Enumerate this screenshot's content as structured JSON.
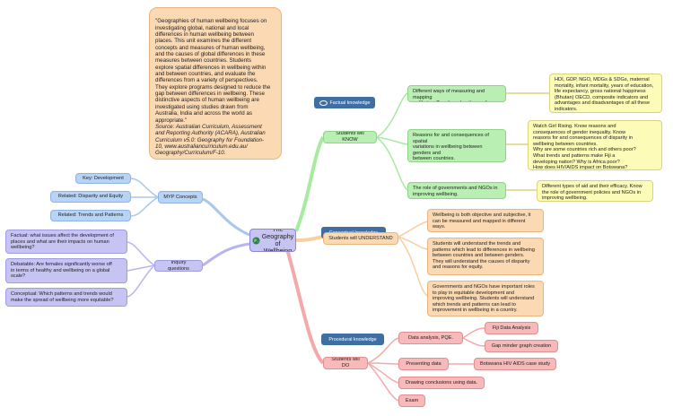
{
  "central": {
    "title": "The Geography\nof Wellbeing",
    "icon": "globe-icon"
  },
  "intro": {
    "text": "\"Geographies of human wellbeing focuses on\ninvestigating global, national and local\ndifferences in human wellbeing between\nplaces. This unit examines the different\nconcepts and measures of human wellbeing,\nand the causes of global differences in these\nmeasures between countries. Students\nexplore spatial differences in wellbeing within\nand between countries, and evaluate the\ndifferences from a variety of perspectives.\nThey explore programs designed to reduce the\ngap between differences in wellbeing. These\ndistinctive aspects of human wellbeing are\ninvestigated using studies drawn from\nAustralia, India and across the world as\nappropriate.\"",
    "source": "Source: Australian Curriculum, Assessment\nand Reporting Authority (ACARA), Australian\nCurriculum v5.0: Geography for Foundation-\n10, www.australiancurriculum.edu.au/\nGeography/Curriculum/F-10."
  },
  "myp": {
    "label": "MYP Concepts",
    "items": [
      "Key: Development",
      "Related: Disparity and Equity",
      "Related: Trends and Patterns"
    ]
  },
  "inquiry": {
    "label": "Inquiry questions",
    "items": [
      "Factual: what issues affect the development of\nplaces and what are their impacts on human\nwellbeing?",
      "Debatable: Are females significantly worse off\nin terms of healthy and wellbeing on a global\nscale?",
      "Conceptual: Which patterns and trends would\nmake the spread of wellbeing more equitable?"
    ]
  },
  "know": {
    "tag": "Factual knowledge",
    "label": "Students will KNOW",
    "items": [
      "Different ways of measuring and mapping\nwellbeing. Trends and patterns of Wellbeing.",
      "Reasons for and consequences of spatial\nvariations in wellbeing between genders and\nbetween countries.\nIssues affecting development of places and\ntheir impact on human wellbeing.",
      "The role of governments and NGOs in\nimproving wellbeing."
    ],
    "details": [
      "HDI, GDP, NGO, MDGs & SDGs, maternal\nmortality, infant mortality, years of education,\nlife expectancy, gross national happiness\n(Bhutan) OECD, composite indicators and\nadvantages and disadvantages of all these\nindicators.",
      "Watch Girl Rising. Know reasons and\nconsequences of gender inequality. Know\nreasons for and consequences of disparity in\nwellbeing between countries.\nWhy are some countries rich and others poor?\nWhat trends and patterns make Fiji a\ndeveloping nation? Why is Africa poor?\nHow does HIV/AIDS impact on Botswana?",
      "Different types of aid and their efficacy. Know\nthe role of government policies and NGOs in\nimproving wellbeing."
    ]
  },
  "understand": {
    "tag": "Conceptual knowledge",
    "label": "Students will UNDERSTAND",
    "items": [
      "Wellbeing is both objective and subjective, it\ncan be measured and mapped in different\nways.",
      "Students will understand the trends and\npatterns which lead to differences in wellbeing\nbetween countries and between genders.\nThey will understand the causes of disparity\nand reasons for equity.",
      "Governments and NGOs have important roles\nto play in equitable development and\nimproving wellbeing. Students will understand\nwhich trends and patterns can lead to\nimprovement in wellbeing in a country."
    ]
  },
  "do": {
    "tag": "Procedural knowledge",
    "label": "Students will DO",
    "items": [
      "Data analysis, PQE.",
      "Presenting data",
      "Drawing conclusions using data.",
      "Exam"
    ],
    "details": [
      "Fiji Data Analysis",
      "Gap minder graph creation",
      "Botswana HIV AIDS case study"
    ]
  },
  "colors": {
    "blue": "#b7d3f5",
    "purple": "#c7c4f3",
    "green": "#b9efb2",
    "yellow": "#fcfbb7",
    "orange": "#fbd9b3",
    "red": "#f7b9b9",
    "tag": "#3f6ea3"
  }
}
